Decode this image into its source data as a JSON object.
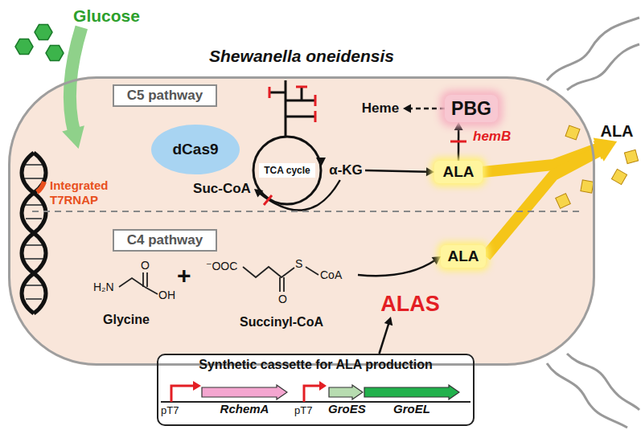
{
  "diagram": {
    "nodes": [
      {
        "text": [
          "Shewanella oneidensis"
        ]
      },
      {
        "text": [
          "C5 pathway"
        ],
        "in": 0
      },
      {
        "text": [
          "dCas9"
        ],
        "in": 0
      },
      {
        "text": [
          "TCA cycle"
        ],
        "in": 0
      },
      {
        "text": [
          "α-KG"
        ],
        "in": 0
      },
      {
        "text": [
          "Suc-CoA"
        ],
        "in": 0
      },
      {
        "text": [
          "ALA"
        ],
        "in": 0
      },
      {
        "text": [
          "PBG"
        ],
        "in": 0
      },
      {
        "text": [
          "Heme"
        ],
        "in": 0
      },
      {
        "text": [
          "C4 pathway"
        ],
        "in": 0
      },
      {
        "text": [
          "Succinyl-CoA"
        ],
        "in": 0
      },
      {
        "text": [
          "ALAS"
        ],
        "in": 0
      },
      {
        "text": [
          "ALA"
        ],
        "in": 0
      },
      {
        "text": [
          "ALA"
        ]
      },
      {
        "text": [
          "Glucose"
        ]
      },
      {
        "text": [
          "Synthetic cassette for ALA production"
        ]
      },
      {
        "text": [
          "RchemA"
        ],
        "in": 15
      },
      {
        "text": [
          "GroES"
        ],
        "in": 15
      },
      {
        "text": [
          "GroEL"
        ],
        "in": 15
      }
    ],
    "edges": [
      {
        "from": 14,
        "to": 0,
        "arrow": "to"
      },
      {
        "from": 4,
        "to": 5,
        "arrow": "to"
      },
      {
        "from": 4,
        "to": 6,
        "arrow": "to"
      },
      {
        "from": 6,
        "to": 7,
        "arrow": "to"
      },
      {
        "from": 7,
        "to": 8,
        "arrow": "to"
      },
      {
        "from": 10,
        "to": 12,
        "arrow": "to"
      },
      {
        "from": 15,
        "to": 11,
        "arrow": "to"
      },
      {
        "from": 6,
        "to": 13,
        "arrow": "to"
      },
      {
        "from": 12,
        "to": 13,
        "arrow": "to"
      }
    ],
    "labels": [
      "Integrated T7RNAP",
      "hemB",
      "H₂N",
      "O",
      "OH",
      "Glycine",
      "+",
      "⁻OOC",
      "O",
      "S",
      "CoA",
      "pT7",
      "pT7"
    ]
  }
}
